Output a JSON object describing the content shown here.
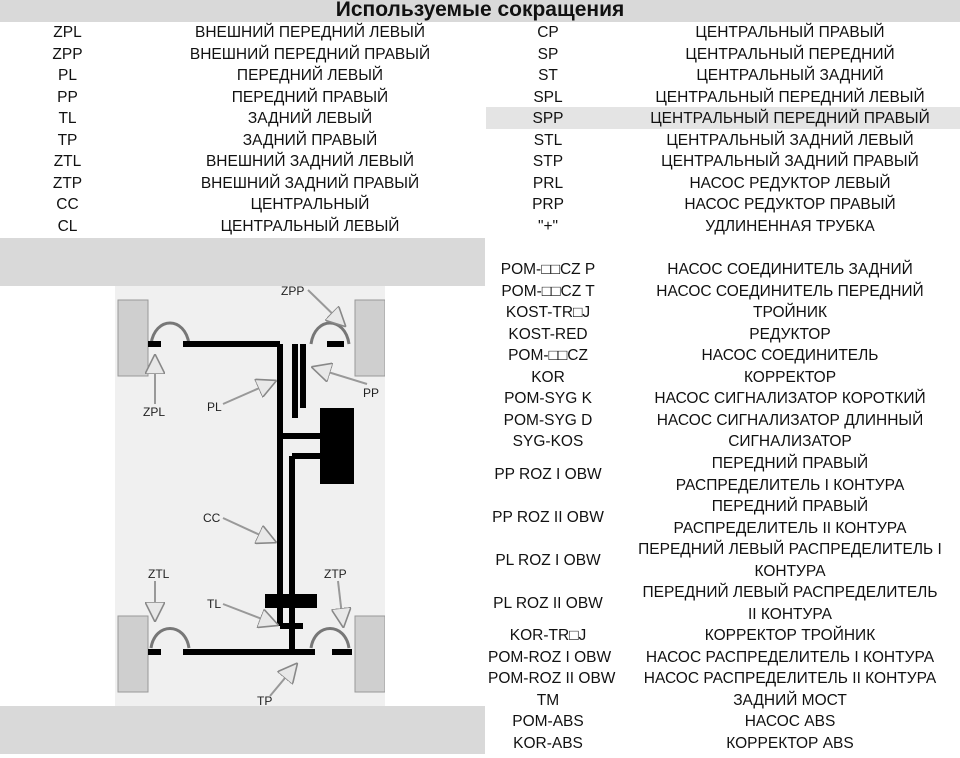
{
  "title": "Используемые сокращения",
  "left_rows": [
    {
      "code": "ZPL",
      "desc": "ВНЕШНИЙ ПЕРЕДНИЙ ЛЕВЫЙ"
    },
    {
      "code": "ZPP",
      "desc": "ВНЕШНИЙ ПЕРЕДНИЙ ПРАВЫЙ"
    },
    {
      "code": "PL",
      "desc": "ПЕРЕДНИЙ ЛЕВЫЙ"
    },
    {
      "code": "PP",
      "desc": "ПЕРЕДНИЙ ПРАВЫЙ"
    },
    {
      "code": "TL",
      "desc": "ЗАДНИЙ ЛЕВЫЙ"
    },
    {
      "code": "TP",
      "desc": "ЗАДНИЙ ПРАВЫЙ"
    },
    {
      "code": "ZTL",
      "desc": "ВНЕШНИЙ ЗАДНИЙ ЛЕВЫЙ"
    },
    {
      "code": "ZTP",
      "desc": "ВНЕШНИЙ ЗАДНИЙ ПРАВЫЙ"
    },
    {
      "code": "CC",
      "desc": "ЦЕНТРАЛЬНЫЙ"
    },
    {
      "code": "CL",
      "desc": "ЦЕНТРАЛЬНЫЙ ЛЕВЫЙ"
    }
  ],
  "right_rows": [
    {
      "code": "CP",
      "desc": "ЦЕНТРАЛЬНЫЙ ПРАВЫЙ"
    },
    {
      "code": "SP",
      "desc": "ЦЕНТРАЛЬНЫЙ ПЕРЕДНИЙ"
    },
    {
      "code": "ST",
      "desc": "ЦЕНТРАЛЬНЫЙ ЗАДНИЙ"
    },
    {
      "code": "SPL",
      "desc": "ЦЕНТРАЛЬНЫЙ ПЕРЕДНИЙ ЛЕВЫЙ"
    },
    {
      "code": "SPP",
      "desc": "ЦЕНТРАЛЬНЫЙ ПЕРЕДНИЙ ПРАВЫЙ"
    },
    {
      "code": "STL",
      "desc": "ЦЕНТРАЛЬНЫЙ ЗАДНИЙ ЛЕВЫЙ"
    },
    {
      "code": "STP",
      "desc": "ЦЕНТРАЛЬНЫЙ ЗАДНИЙ ПРАВЫЙ"
    },
    {
      "code": "PRL",
      "desc": "НАСОС РЕДУКТОР ЛЕВЫЙ"
    },
    {
      "code": "PRP",
      "desc": "НАСОС РЕДУКТОР ПРАВЫЙ"
    },
    {
      "code": "\"+\"",
      "desc": "УДЛИНЕННАЯ ТРУБКА"
    },
    {
      "code": "",
      "desc": ""
    },
    {
      "code": "POM-□□CZ P",
      "desc": "НАСОС СОЕДИНИТЕЛЬ ЗАДНИЙ"
    },
    {
      "code": "POM-□□CZ T",
      "desc": "НАСОС СОЕДИНИТЕЛЬ ПЕРЕДНИЙ"
    },
    {
      "code": "KOST-TR□J",
      "desc": "ТРОЙНИК"
    },
    {
      "code": "KOST-RED",
      "desc": "РЕДУКТОР"
    },
    {
      "code": "POM-□□CZ",
      "desc": "НАСОС СОЕДИНИТЕЛЬ"
    },
    {
      "code": "KOR",
      "desc": "КОРРЕКТОР"
    },
    {
      "code": "POM-SYG K",
      "desc": "НАСОС СИГНАЛИЗАТОР КОРОТКИЙ"
    },
    {
      "code": "POM-SYG D",
      "desc": "НАСОС СИГНАЛИЗАТОР ДЛИННЫЙ"
    },
    {
      "code": "SYG-KOS",
      "desc": "СИГНАЛИЗАТОР"
    }
  ],
  "right_wrap_rows": [
    {
      "code": "PP ROZ I OBW",
      "desc": "ПЕРЕДНИЙ ПРАВЫЙ РАСПРЕДЕЛИТЕЛЬ I КОНТУРА"
    },
    {
      "code": "PP ROZ II OBW",
      "desc": "ПЕРЕДНИЙ ПРАВЫЙ РАСПРЕДЕЛИТЕЛЬ II КОНТУРА"
    },
    {
      "code": "PL ROZ I OBW",
      "desc": "ПЕРЕДНИЙ ЛЕВЫЙ РАСПРЕДЕЛИТЕЛЬ I КОНТУРА"
    },
    {
      "code": "PL ROZ II OBW",
      "desc": "ПЕРЕДНИЙ ЛЕВЫЙ РАСПРЕДЕЛИТЕЛЬ II КОНТУРА"
    }
  ],
  "right_tail_rows": [
    {
      "code": "KOR-TR□J",
      "desc": "КОРРЕКТОР ТРОЙНИК"
    },
    {
      "code": "POM-ROZ I OBW",
      "desc": "НАСОС РАСПРЕДЕЛИТЕЛЬ I КОНТУРА"
    },
    {
      "code": "POM-ROZ II OBW",
      "desc": "НАСОС РАСПРЕДЕЛИТЕЛЬ II КОНТУРА"
    },
    {
      "code": "TM",
      "desc": "ЗАДНИЙ МОСТ"
    },
    {
      "code": "POM-ABS",
      "desc": "НАСОС ABS"
    },
    {
      "code": "KOR-ABS",
      "desc": "КОРРЕКТОР ABS"
    }
  ],
  "diagram_labels": {
    "zpp": "ZPP",
    "pp": "PP",
    "zpl": "ZPL",
    "pl": "PL",
    "cc": "CC",
    "ztl": "ZTL",
    "ztp": "ZTP",
    "tl": "TL",
    "tp": "TP"
  }
}
